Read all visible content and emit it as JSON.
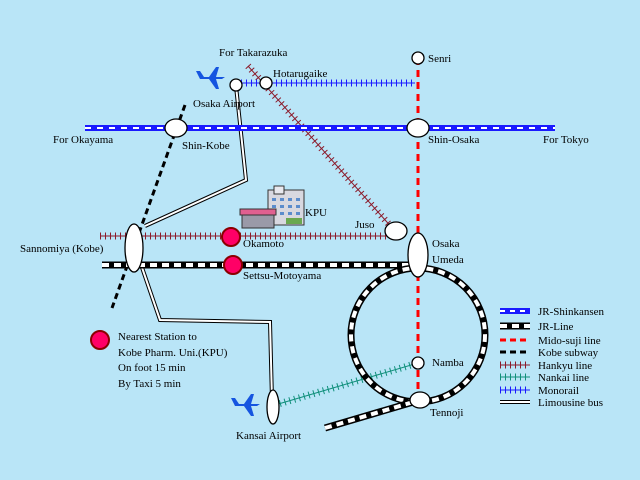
{
  "stations": {
    "takarazuka": "For Takarazuka",
    "hotarugaike": "Hotarugaike",
    "senri": "Senri",
    "osaka_airport": "Osaka Airport",
    "okayama": "For Okayama",
    "shin_kobe": "Shin-Kobe",
    "shin_osaka": "Shin-Osaka",
    "tokyo": "For Tokyo",
    "kpu": "KPU",
    "juso": "Juso",
    "sannomiya": "Sannomiya (Kobe)",
    "okamoto": "Okamoto",
    "osaka": "Osaka",
    "umeda": "Umeda",
    "settsu_motoyama": "Settsu-Motoyama",
    "namba": "Namba",
    "tennoji": "Tennoji",
    "kansai_airport": "Kansai Airport"
  },
  "info": {
    "line1": "Nearest Station to",
    "line2": "Kobe Pharm. Uni.(KPU)",
    "line3": "On foot 15 min",
    "line4": "By Taxi 5 min"
  },
  "legend": [
    {
      "label": "JR-Shinkansen",
      "style": "shinkansen",
      "color": "#1a1aff"
    },
    {
      "label": "JR-Line",
      "style": "jr",
      "color": "#000000"
    },
    {
      "label": "Mido-suji line",
      "style": "midosuji",
      "color": "#ff0000"
    },
    {
      "label": "Kobe subway",
      "style": "kobe",
      "color": "#000000"
    },
    {
      "label": "Hankyu line",
      "style": "hankyu",
      "color": "#8b0000"
    },
    {
      "label": "Nankai line",
      "style": "nankai",
      "color": "#0f8f7a"
    },
    {
      "label": "Monorail",
      "style": "monorail",
      "color": "#1a1aff"
    },
    {
      "label": "Limousine bus",
      "style": "bus",
      "color": "#000000"
    }
  ],
  "colors": {
    "background": "#b9e5f7",
    "station_marker": "#ff0066",
    "airplane": "#1555e0"
  }
}
